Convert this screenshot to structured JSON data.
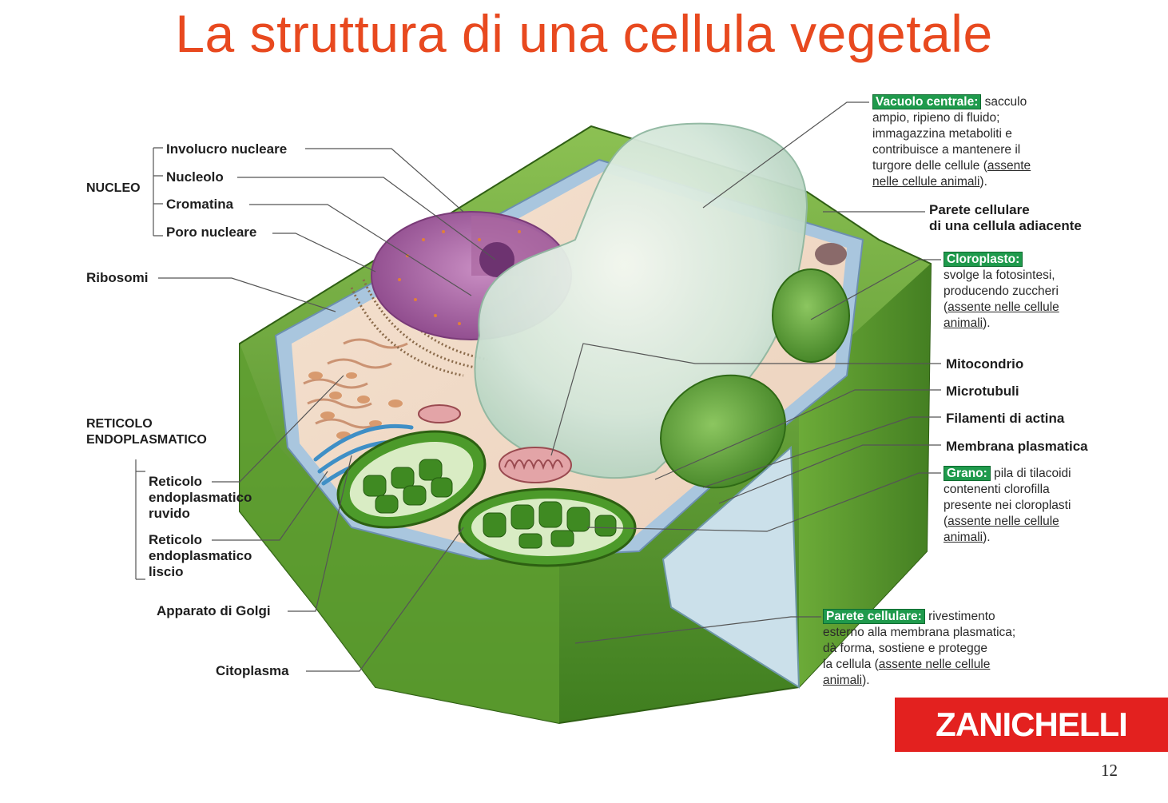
{
  "slide": {
    "title": "La struttura di una cellula vegetale",
    "page_number": "12",
    "logo_text": "ZANICHELLI"
  },
  "colors": {
    "title": "#e8491f",
    "logo_bg": "#e3211f",
    "tag_bg": "#1f9a4c",
    "cell_wall": "#6aa838",
    "vacuole": "#cfe3d6",
    "nucleus": "#b46fb0",
    "chloroplast": "#4f9a2e"
  },
  "left_labels": {
    "nucleo_group": "NUCLEO",
    "involucro": "Involucro nucleare",
    "nucleolo": "Nucleolo",
    "cromatina": "Cromatina",
    "poro": "Poro nucleare",
    "ribosomi": "Ribosomi",
    "reticolo_group_line1": "RETICOLO",
    "reticolo_group_line2": "ENDOPLASMATICO",
    "rer_line1": "Reticolo",
    "rer_line2": "endoplasmatico",
    "rer_line3": "ruvido",
    "ser_line1": "Reticolo",
    "ser_line2": "endoplasmatico",
    "ser_line3": "liscio",
    "golgi": "Apparato di Golgi",
    "citoplasma": "Citoplasma"
  },
  "right_labels": {
    "parete_adiacente_line1": "Parete cellulare",
    "parete_adiacente_line2": "di una cellula adiacente",
    "mitocondrio": "Mitocondrio",
    "microtubuli": "Microtubuli",
    "filamenti": "Filamenti di actina",
    "membrana": "Membrana plasmatica"
  },
  "notes": {
    "vacuolo": {
      "tag": "Vacuolo centrale:",
      "l1": "sacculo",
      "l2": "ampio, ripieno di fluido;",
      "l3": "immagazzina metaboliti e",
      "l4": "contribuisce a mantenere il",
      "l5a": "turgore delle cellule (",
      "l5b": "assente",
      "l6a": "nelle cellule animali",
      "l6b": ")."
    },
    "cloroplasto": {
      "tag": "Cloroplasto:",
      "l1": "svolge la fotosintesi,",
      "l2": "producendo zuccheri",
      "l3a": "(",
      "l3b": "assente nelle cellule",
      "l4a": "animali",
      "l4b": ")."
    },
    "grano": {
      "tag": "Grano:",
      "l1": "pila di tilacoidi",
      "l2": "contenenti clorofilla",
      "l3": "presente nei cloroplasti",
      "l4a": "(",
      "l4b": "assente nelle cellule",
      "l5a": "animali",
      "l5b": ")."
    },
    "parete": {
      "tag": "Parete cellulare:",
      "l1": "rivestimento",
      "l2": "esterno alla membrana plasmatica;",
      "l3": "dà forma, sostiene e protegge",
      "l4a": "la cellula (",
      "l4b": "assente nelle cellule",
      "l5a": "animali",
      "l5b": ")."
    }
  }
}
